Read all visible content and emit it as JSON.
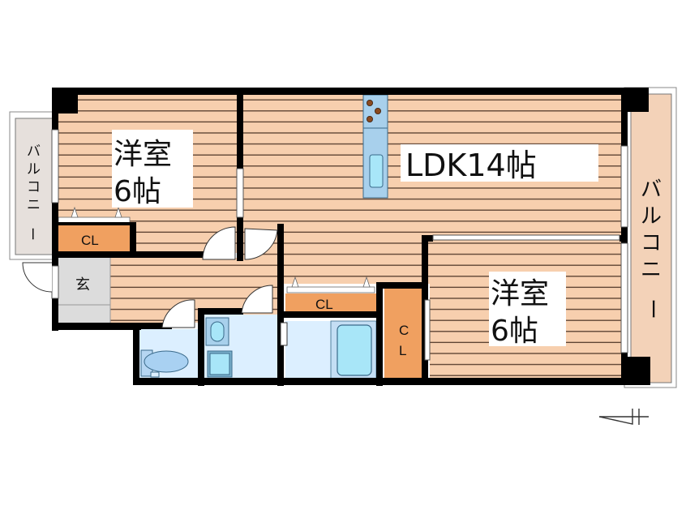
{
  "floor_plan": {
    "rooms": [
      {
        "id": "western-room-1",
        "name": "洋室",
        "size": "6帖"
      },
      {
        "id": "ldk",
        "name": "LDK14帖"
      },
      {
        "id": "western-room-2",
        "name": "洋室",
        "size": "6帖"
      },
      {
        "id": "entrance",
        "name": "玄"
      },
      {
        "id": "closet-1",
        "name": "CL"
      },
      {
        "id": "closet-2",
        "name": "CL"
      },
      {
        "id": "closet-3",
        "name": "C",
        "name2": "L"
      }
    ],
    "balcony_left": {
      "chars": [
        "バ",
        "ル",
        "コ",
        "ニ",
        "ー"
      ]
    },
    "balcony_right": {
      "chars": [
        "バ",
        "ル",
        "コ",
        "ニ",
        "ー"
      ]
    },
    "compass": {
      "icon": "north-arrow-icon",
      "direction": "left"
    },
    "colors": {
      "floor_wood": "#f7cfae",
      "floor_line": "#5a4030",
      "closet": "#f0a060",
      "wet_area": "#dcefff",
      "fixture": "#a8e6f8",
      "entrance": "#dcdcdc",
      "balcony": "#f3d2b8",
      "wall": "#000000"
    }
  }
}
